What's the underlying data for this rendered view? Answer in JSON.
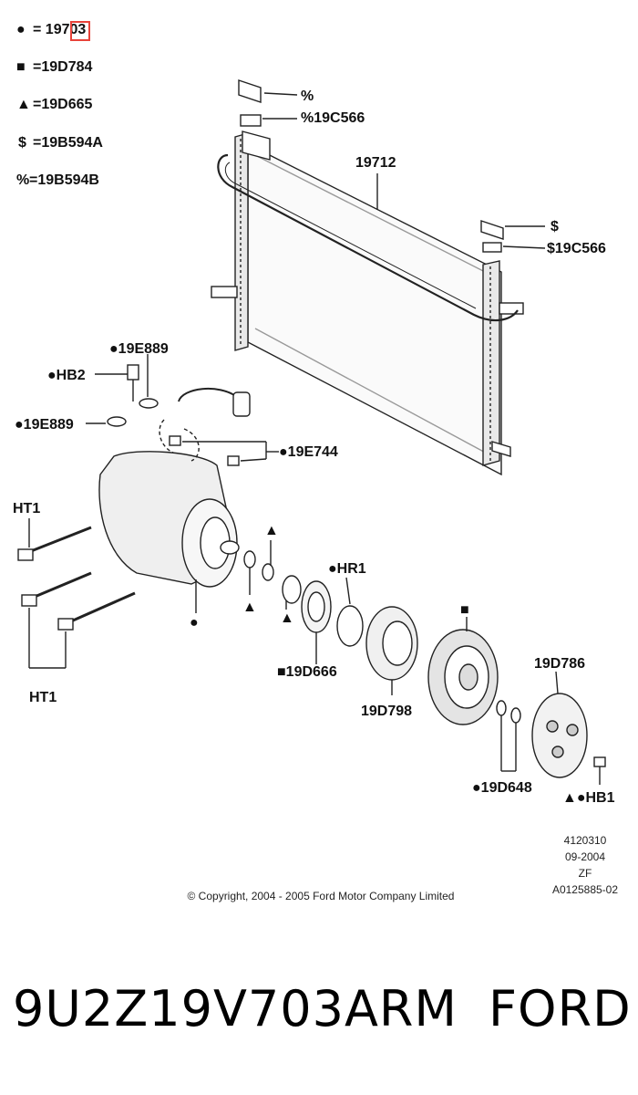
{
  "legend": [
    {
      "symbol": "●",
      "text": "= 19703"
    },
    {
      "symbol": "■",
      "text": "=19D784"
    },
    {
      "symbol": "▲",
      "text": "=19D665"
    },
    {
      "symbol": "$",
      "text": "=19B594A"
    },
    {
      "symbol": "%",
      "text": "=19B594B"
    }
  ],
  "callouts": {
    "pct": "%",
    "pct_19c566": "%19C566",
    "c19712": "19712",
    "dollar": "$",
    "dollar_19c566": "$19C566",
    "e889_top": "●19E889",
    "hb2": "●HB2",
    "e889_left": "●19E889",
    "e744": "●19E744",
    "ht1_top": "HT1",
    "ht1_bottom": "HT1",
    "hr1": "●HR1",
    "d666": "■19D666",
    "d798": "19D798",
    "d786": "19D786",
    "d648": "●19D648",
    "hb1": "▲●HB1"
  },
  "marks": {
    "triangle": "▲",
    "circle": "●",
    "square": "■"
  },
  "info": {
    "line1": "4120310",
    "line2": "09-2004",
    "line3": "ZF",
    "line4": "A0125885-02"
  },
  "copyright": "© Copyright, 2004 - 2005 Ford Motor Company Limited",
  "part_number": "9U2Z19V703ARM",
  "manufacturer": "FORD",
  "highlight_color": "#e8433a"
}
